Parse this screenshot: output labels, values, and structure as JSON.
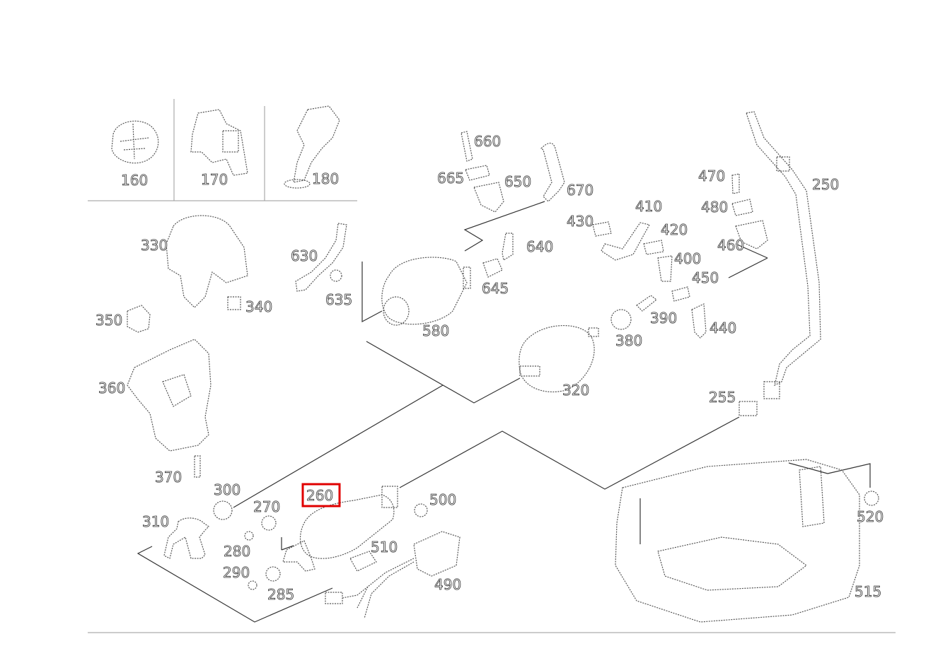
{
  "diagram": {
    "highlighted_part": "260",
    "highlight_color": "#e00000",
    "callouts": {
      "p160": "160",
      "p170": "170",
      "p180": "180",
      "p250": "250",
      "p255": "255",
      "p260": "260",
      "p270": "270",
      "p280": "280",
      "p285": "285",
      "p290": "290",
      "p300": "300",
      "p310": "310",
      "p320": "320",
      "p330": "330",
      "p340": "340",
      "p350": "350",
      "p360": "360",
      "p370": "370",
      "p380": "380",
      "p390": "390",
      "p400": "400",
      "p410": "410",
      "p420": "420",
      "p430": "430",
      "p440": "440",
      "p450": "450",
      "p460": "460",
      "p470": "470",
      "p480": "480",
      "p490": "490",
      "p500": "500",
      "p510": "510",
      "p515": "515",
      "p520": "520",
      "p580": "580",
      "p630": "630",
      "p635": "635",
      "p640": "640",
      "p645": "645",
      "p650": "650",
      "p660": "660",
      "p665": "665",
      "p670": "670"
    }
  }
}
